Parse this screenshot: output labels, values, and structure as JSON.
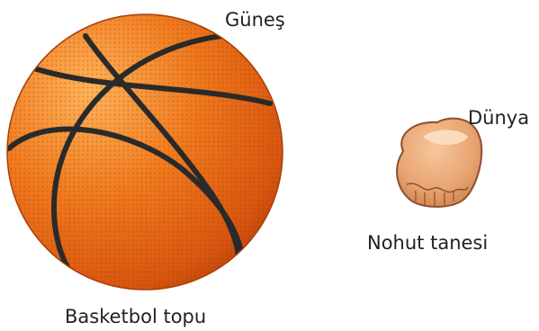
{
  "labels": {
    "sun": "Güneş",
    "earth": "Dünya",
    "chickpea": "Nohut tanesi",
    "basketball": "Basketbol topu"
  },
  "illustrations": {
    "basketball": {
      "icon": "basketball-icon",
      "color": "#f07a1e",
      "seam_color": "#2a2a2a"
    },
    "chickpea": {
      "icon": "chickpea-icon",
      "color": "#e8a572",
      "outline_color": "#8a5030"
    }
  }
}
